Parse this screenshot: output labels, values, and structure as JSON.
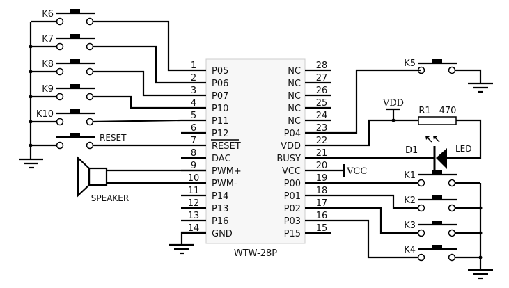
{
  "chip": {
    "name": "WTW-28P",
    "left_pins": [
      {
        "num": "1",
        "label": "P05"
      },
      {
        "num": "2",
        "label": "P06"
      },
      {
        "num": "3",
        "label": "P07"
      },
      {
        "num": "4",
        "label": "P10"
      },
      {
        "num": "5",
        "label": "P11"
      },
      {
        "num": "6",
        "label": "P12"
      },
      {
        "num": "7",
        "label": "RESET"
      },
      {
        "num": "8",
        "label": "DAC"
      },
      {
        "num": "9",
        "label": "PWM+"
      },
      {
        "num": "10",
        "label": "PWM-"
      },
      {
        "num": "11",
        "label": "P14"
      },
      {
        "num": "12",
        "label": "P13"
      },
      {
        "num": "13",
        "label": "P16"
      },
      {
        "num": "14",
        "label": "GND"
      }
    ],
    "right_pins": [
      {
        "num": "28",
        "label": "NC"
      },
      {
        "num": "27",
        "label": "NC"
      },
      {
        "num": "26",
        "label": "NC"
      },
      {
        "num": "25",
        "label": "NC"
      },
      {
        "num": "24",
        "label": "NC"
      },
      {
        "num": "23",
        "label": "P04"
      },
      {
        "num": "22",
        "label": "VDD"
      },
      {
        "num": "21",
        "label": "BUSY"
      },
      {
        "num": "20",
        "label": "VCC"
      },
      {
        "num": "19",
        "label": "P00"
      },
      {
        "num": "18",
        "label": "P01"
      },
      {
        "num": "17",
        "label": "P02"
      },
      {
        "num": "16",
        "label": "P03"
      },
      {
        "num": "15",
        "label": "P15"
      }
    ]
  },
  "left_switches": [
    "K6",
    "K7",
    "K8",
    "K9",
    "K10",
    "RESET"
  ],
  "right_switches": [
    "K1",
    "K2",
    "K3",
    "K4"
  ],
  "k5": "K5",
  "speaker": "SPEAKER",
  "vdd": "VDD",
  "vcc": "VCC",
  "resistor": {
    "ref": "R1",
    "value": "470"
  },
  "led": {
    "ref": "D1",
    "label": "LED"
  }
}
